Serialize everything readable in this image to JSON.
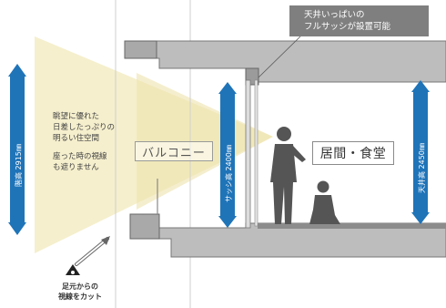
{
  "labels": {
    "floor_height": "階高 2915㎜",
    "sash_height": "サッシ高 2400㎜",
    "ceiling_height": "天井高 2450㎜",
    "balcony": "バルコニー",
    "room": "居間・食堂",
    "view_text_1": "眺望に優れた",
    "view_text_2": "日差したっぷりの",
    "view_text_3": "明るい住空間",
    "view_text_4": "座った時の視線",
    "view_text_5": "も遮りません",
    "callout_1": "天井いっぱいの",
    "callout_2": "フルサッシが設置可能",
    "cut_1": "足元からの",
    "cut_2": "視線をカット"
  },
  "colors": {
    "arrow_blue": "#1f74b8",
    "structure_gray": "#9b9b9b",
    "structure_dark": "#6e6e6e",
    "light_beam": "#f3ecc4",
    "person": "#555555",
    "callout_bg": "#7f7f7f"
  },
  "icons": [
    "eye-icon",
    "sightline-arrow",
    "person-standing",
    "person-sitting"
  ]
}
